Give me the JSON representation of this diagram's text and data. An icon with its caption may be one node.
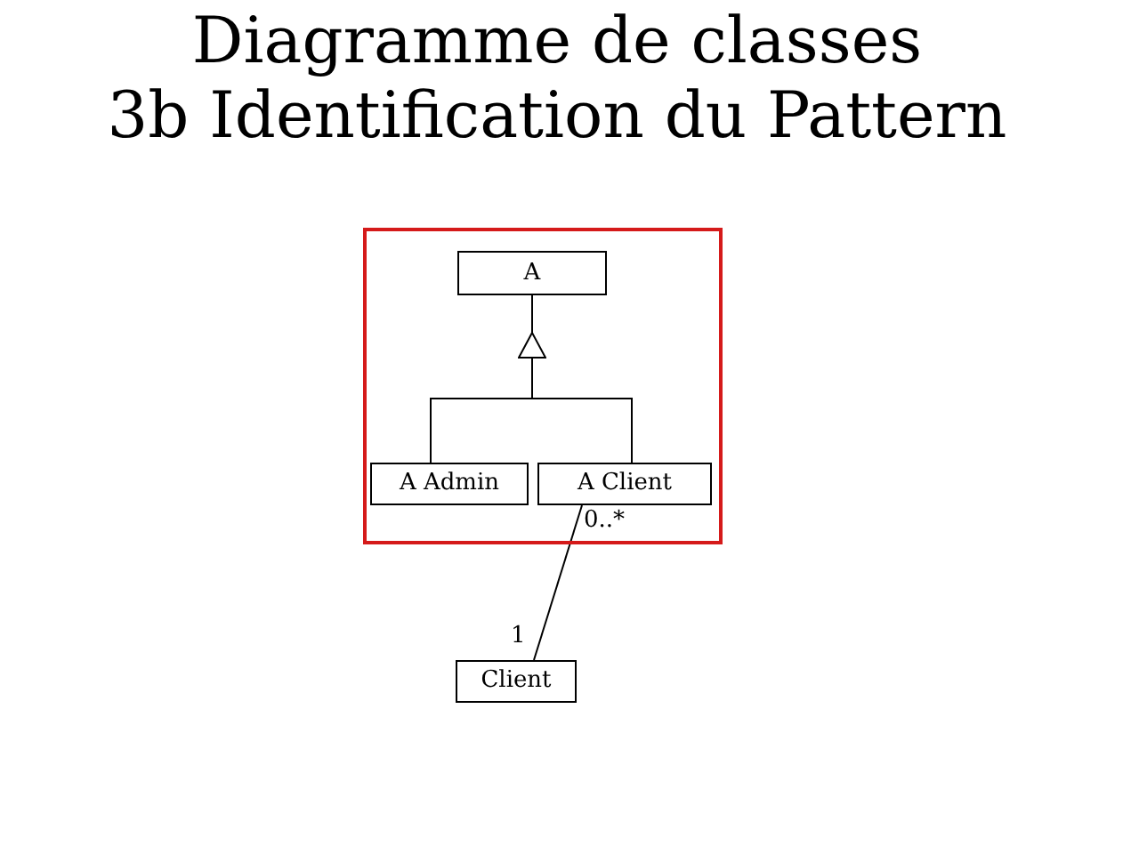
{
  "diagram": {
    "title": "Diagramme de classes 3b Identification du Pattern",
    "nodes": [
      {
        "text": [],
        "shape": "box"
      },
      {
        "text": [
          "A"
        ],
        "in": 0
      },
      {
        "text": [
          "A Admin"
        ],
        "in": 0
      },
      {
        "text": [
          "A Client"
        ],
        "in": 0
      },
      {
        "text": [
          "Client"
        ]
      }
    ],
    "edges": [
      {
        "from": 2,
        "to": 1,
        "arrow": "to"
      },
      {
        "from": 3,
        "to": 1,
        "arrow": "to"
      },
      {
        "from": 3,
        "to": 4,
        "arrow": "none"
      }
    ],
    "labels": [
      "0..*",
      "1"
    ]
  }
}
